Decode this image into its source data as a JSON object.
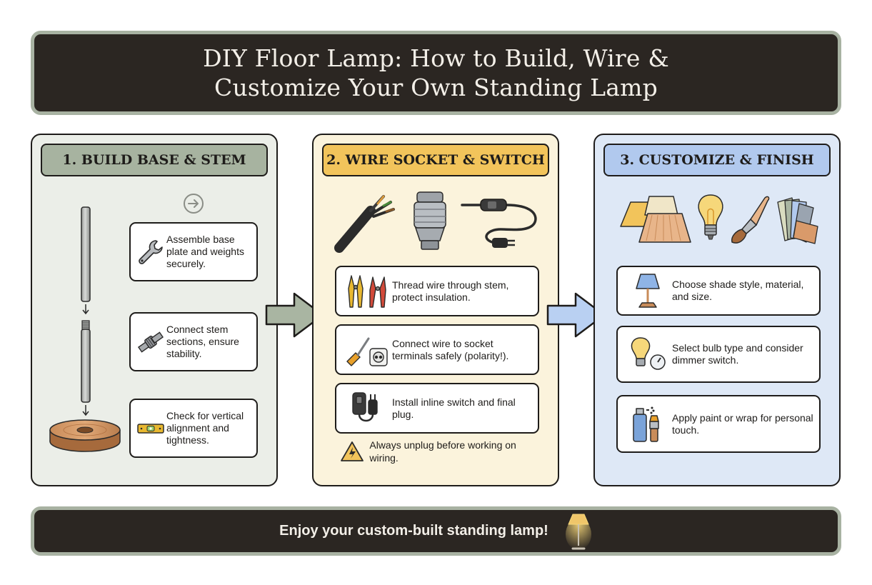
{
  "title": {
    "line1": "DIY Floor Lamp: How to Build, Wire &",
    "line2": "Customize Your Own Standing Lamp"
  },
  "panels": [
    {
      "heading": "1. BUILD BASE & STEM",
      "color": "#a7b3a0",
      "steps": [
        {
          "text": "Assemble base plate and weights securely.",
          "icon": "wrench-icon"
        },
        {
          "text": "Connect stem sections, ensure stability.",
          "icon": "pipe-coupling-icon"
        },
        {
          "text": "Check for vertical alignment and tightness.",
          "icon": "spirit-level-icon"
        }
      ]
    },
    {
      "heading": "2. WIRE SOCKET & SWITCH",
      "color": "#f2c45b",
      "steps": [
        {
          "text": "Thread wire through stem, protect insulation.",
          "icon": "pliers-icon"
        },
        {
          "text": "Connect wire to socket terminals safely (polarity!).",
          "icon": "screwdriver-outlet-icon"
        },
        {
          "text": "Install inline switch and final plug.",
          "icon": "switch-plug-icon"
        }
      ],
      "warning": "Always unplug before working on wiring."
    },
    {
      "heading": "3. CUSTOMIZE & FINISH",
      "color": "#b1c9ee",
      "steps": [
        {
          "text": "Choose shade style, material, and size.",
          "icon": "table-lamp-icon"
        },
        {
          "text": "Select bulb type and consider dimmer switch.",
          "icon": "bulb-dimmer-icon"
        },
        {
          "text": "Apply paint or wrap for personal touch.",
          "icon": "spray-paint-brush-icon"
        }
      ]
    }
  ],
  "footer": {
    "text": "Enjoy your custom-built standing lamp!"
  },
  "colors": {
    "banner": "#2b2622",
    "banner_border": "#a8b2a2",
    "arrow_green": "#a9b5a2",
    "arrow_blue": "#b9d0f2"
  }
}
